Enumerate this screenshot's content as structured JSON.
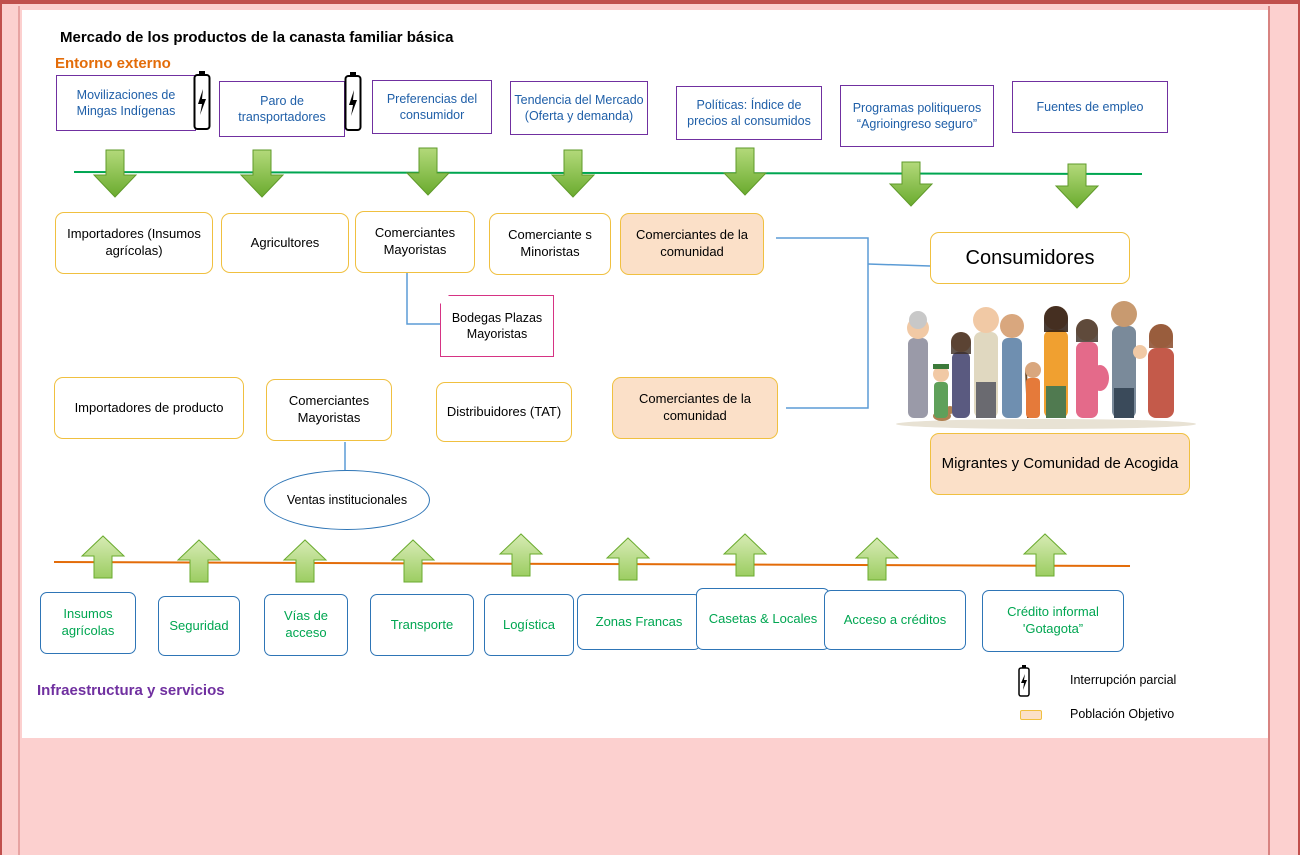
{
  "title": "Mercado de los productos de la canasta familiar básica",
  "external_label": "Entorno externo",
  "infra_label": "Infraestructura y servicios",
  "external_factors": [
    "Movilizaciones de Mingas Indígenas",
    "Paro de transportadores",
    "Preferencias del consumidor",
    "Tendencia del Mercado (Oferta y demanda)",
    "Políticas: Índice de precios al consumidos",
    "Programas politiqueros “Agrioingreso seguro”",
    "Fuentes de empleo"
  ],
  "actors_row1": [
    "Importadores (Insumos agrícolas)",
    "Agricultores",
    "Comerciantes Mayoristas",
    "Comerciante s Minoristas",
    "Comerciantes de la comunidad"
  ],
  "actors_row2": [
    "Importadores de producto",
    "Comerciantes Mayoristas",
    "Distribuidores (TAT)",
    "Comerciantes de la comunidad"
  ],
  "bodegas": "Bodegas Plazas Mayoristas",
  "ventas": "Ventas institucionales",
  "consumidores": "Consumidores",
  "migrantes": "Migrantes y Comunidad de Acogida",
  "infra": [
    "Insumos agrícolas",
    "Seguridad",
    "Vías de acceso",
    "Transporte",
    "Logística",
    "Zonas Francas",
    "Casetas & Locales",
    "Acceso a créditos",
    "Crédito informal 'Gotagota”"
  ],
  "legend": {
    "interrupcion": "Interrupción parcial",
    "poblacion": "Población Objetivo"
  },
  "colors": {
    "frame": "#c0504d",
    "background": "#fcd0cf",
    "external_border": "#7030a0",
    "external_text": "#1f5fa8",
    "actor_border": "#f0c040",
    "target_fill": "#fbe0c8",
    "infra_border": "#2e75b6",
    "infra_text": "#00a651",
    "green_line": "#00a651",
    "orange_line": "#e36c09",
    "arrow": "#8dc63f"
  },
  "icons": [
    "battery-icon",
    "arrow-down-icon",
    "arrow-up-icon",
    "people-illustration"
  ]
}
